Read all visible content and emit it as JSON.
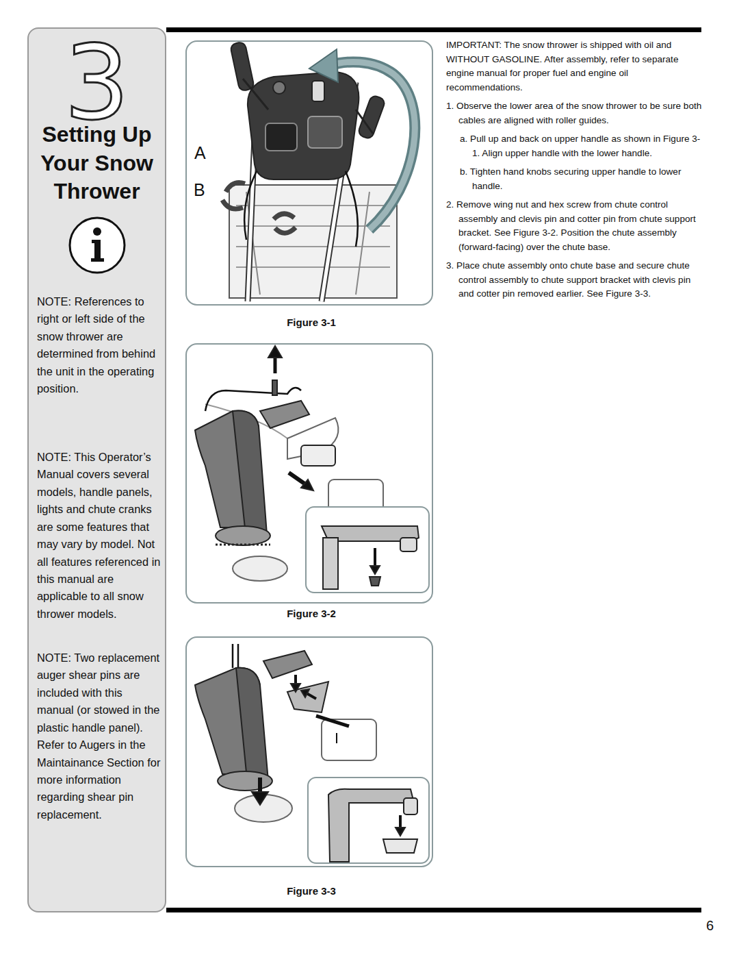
{
  "diagram": {
    "nodes": [
      {
        "text": [
          "3",
          "Setting Up Your Snow Thrower",
          "NOTE: References to right or left side of the snow thrower are determined from behind the unit in the operating position.",
          "NOTE: This Operator’s Manual covers several models, handle panels, lights and chute cranks are some features that may vary by model. Not all features referenced in this manual are applicable to all snow thrower models.",
          "NOTE: Two replacement auger shear pins are included with this manual (or stowed in the plastic handle panel). Refer to Augers in the Maintainance Section for more information regarding shear pin replacement."
        ]
      }
    ],
    "labels": [
      "A",
      "B",
      "Figure 3-1",
      "Figure 3-2",
      "Figure 3-3",
      "IMPORTANT: The snow thrower is shipped with oil and WITHOUT GASOLINE. After assembly, refer to separate engine manual for proper fuel and engine oil recommendations.",
      "1. Observe the lower area of the snow thrower to be sure both cables are aligned with roller guides.",
      "a. Pull up and back on upper handle as shown in Figure 3-1. Align upper handle with the lower handle.",
      "b. Tighten hand knobs securing upper handle to lower handle.",
      "2. Remove wing nut and hex screw from chute control assembly and clevis pin and cotter pin from chute support bracket. See Figure 3-2. Position the chute assembly (forward-facing) over the chute base.",
      "3. Place chute assembly onto chute base and secure chute control assembly to chute support bracket with clevis pin and cotter pin removed earlier. See Figure 3-3.",
      "6"
    ]
  }
}
